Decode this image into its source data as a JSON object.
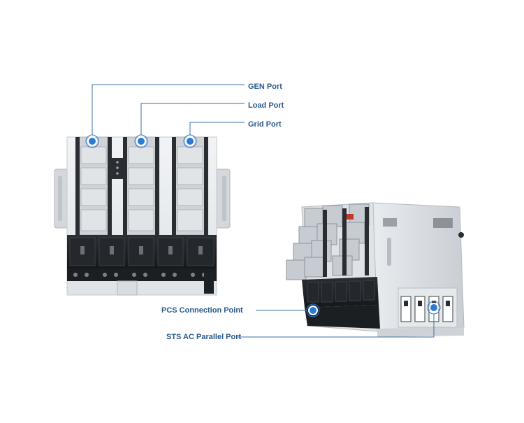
{
  "callouts": {
    "gen_port": "GEN Port",
    "load_port": "Load Port",
    "grid_port": "Grid Port",
    "pcs_connection_point": "PCS Connection Point",
    "sts_ac_parallel_port": "STS AC Parallel Port"
  },
  "colors": {
    "accent": "#2b7bd6",
    "leader_line": "#3a6fa8",
    "label_text": "#2a5a8c",
    "body_light": "#e9ecef",
    "terminal_block": "#cfd3d8",
    "breaker_dark": "#1f2226"
  }
}
